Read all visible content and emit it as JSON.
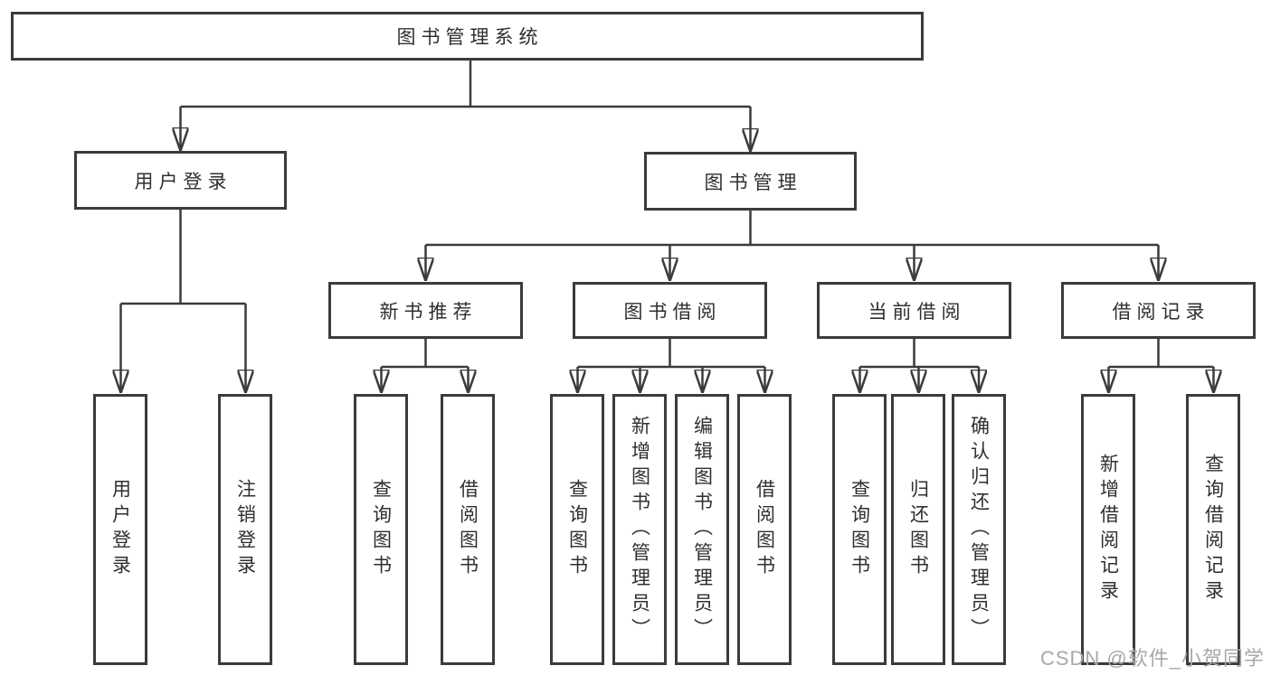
{
  "watermark": "CSDN @软件_小贺同学",
  "colors": {
    "line": "#3b3b3b",
    "text": "#2f2f2f",
    "box_background": "#ffffff",
    "page_background": "#ffffff",
    "watermark": "#a8a8a8"
  },
  "tree": {
    "label": "图书管理系统",
    "children": [
      {
        "label": "用户登录",
        "children": [
          {
            "label": "用户登录"
          },
          {
            "label": "注销登录"
          }
        ]
      },
      {
        "label": "图书管理",
        "children": [
          {
            "label": "新书推荐",
            "children": [
              {
                "label": "查询图书"
              },
              {
                "label": "借阅图书"
              }
            ]
          },
          {
            "label": "图书借阅",
            "children": [
              {
                "label": "查询图书"
              },
              {
                "label": "新增图书（管理员）"
              },
              {
                "label": "编辑图书（管理员）"
              },
              {
                "label": "借阅图书"
              }
            ]
          },
          {
            "label": "当前借阅",
            "children": [
              {
                "label": "查询图书"
              },
              {
                "label": "归还图书"
              },
              {
                "label": "确认归还（管理员）"
              }
            ]
          },
          {
            "label": "借阅记录",
            "children": [
              {
                "label": "新增借阅记录"
              },
              {
                "label": "查询借阅记录"
              }
            ]
          }
        ]
      }
    ]
  }
}
